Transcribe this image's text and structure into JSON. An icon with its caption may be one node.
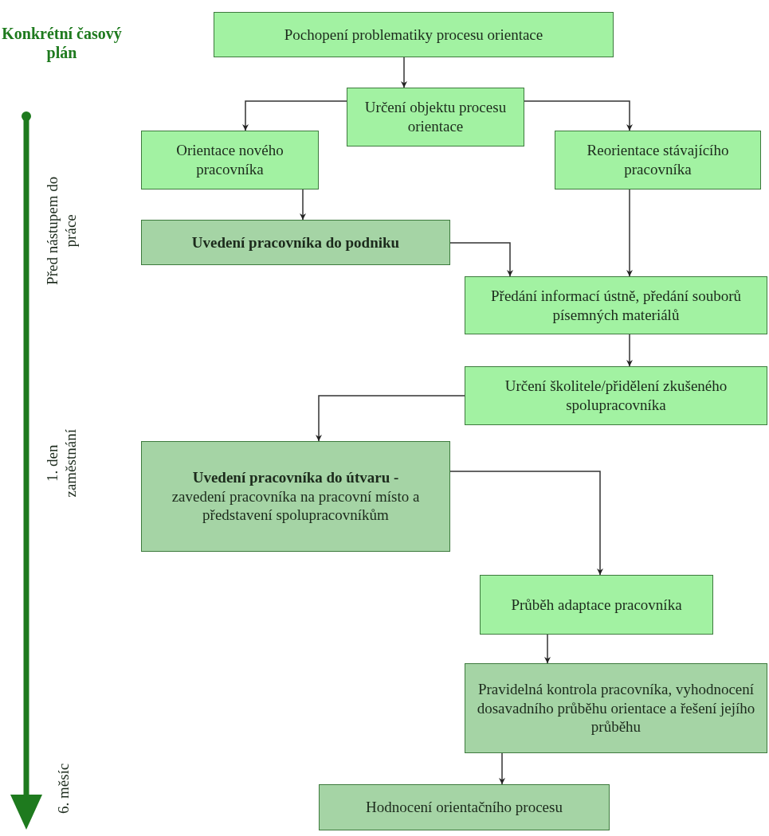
{
  "diagram": {
    "nodes": [
      {
        "text": [
          "Pochopení problematiky procesu orientace"
        ]
      },
      {
        "text": [
          "Určení objektu procesu orientace"
        ]
      },
      {
        "text": [
          "Orientace nového pracovníka"
        ]
      },
      {
        "text": [
          "Reorientace stávajícího pracovníka"
        ]
      },
      {
        "text": [
          "Uvedení pracovníka do podniku"
        ]
      },
      {
        "text": [
          "Předání informací ústně, předání souborů písemných materiálů"
        ]
      },
      {
        "text": [
          "Určení školitele/přidělení zkušeného spolupracovníka"
        ]
      },
      {
        "text": [
          "**Uvedení pracovníka do útvaru -** zavedení pracovníka na pracovní místo a představení spolupracovníkům"
        ]
      },
      {
        "text": [
          "Průběh adaptace pracovníka"
        ]
      },
      {
        "text": [
          "Pravidelná kontrola pracovníka, vyhodnocení dosavadního průběhu orientace a řešení jejího průběhu"
        ]
      },
      {
        "text": [
          "Hodnocení orientačního procesu"
        ]
      }
    ],
    "edges": [
      {
        "from": 0,
        "to": 1,
        "arrow": "to"
      },
      {
        "from": 1,
        "to": 2,
        "arrow": "to"
      },
      {
        "from": 1,
        "to": 3,
        "arrow": "to"
      },
      {
        "from": 2,
        "to": 4,
        "arrow": "to"
      },
      {
        "from": 4,
        "to": 5,
        "arrow": "to"
      },
      {
        "from": 3,
        "to": 5,
        "arrow": "to"
      },
      {
        "from": 5,
        "to": 6,
        "arrow": "to"
      },
      {
        "from": 6,
        "to": 7,
        "arrow": "to"
      },
      {
        "from": 7,
        "to": 8,
        "arrow": "to"
      },
      {
        "from": 8,
        "to": 9,
        "arrow": "to"
      },
      {
        "from": 9,
        "to": 10,
        "arrow": "to"
      }
    ],
    "labels": [
      "Konkrétní časový plán",
      "Před nástupem do práce",
      "1. den zaměstnání",
      "6. měsíc"
    ]
  }
}
